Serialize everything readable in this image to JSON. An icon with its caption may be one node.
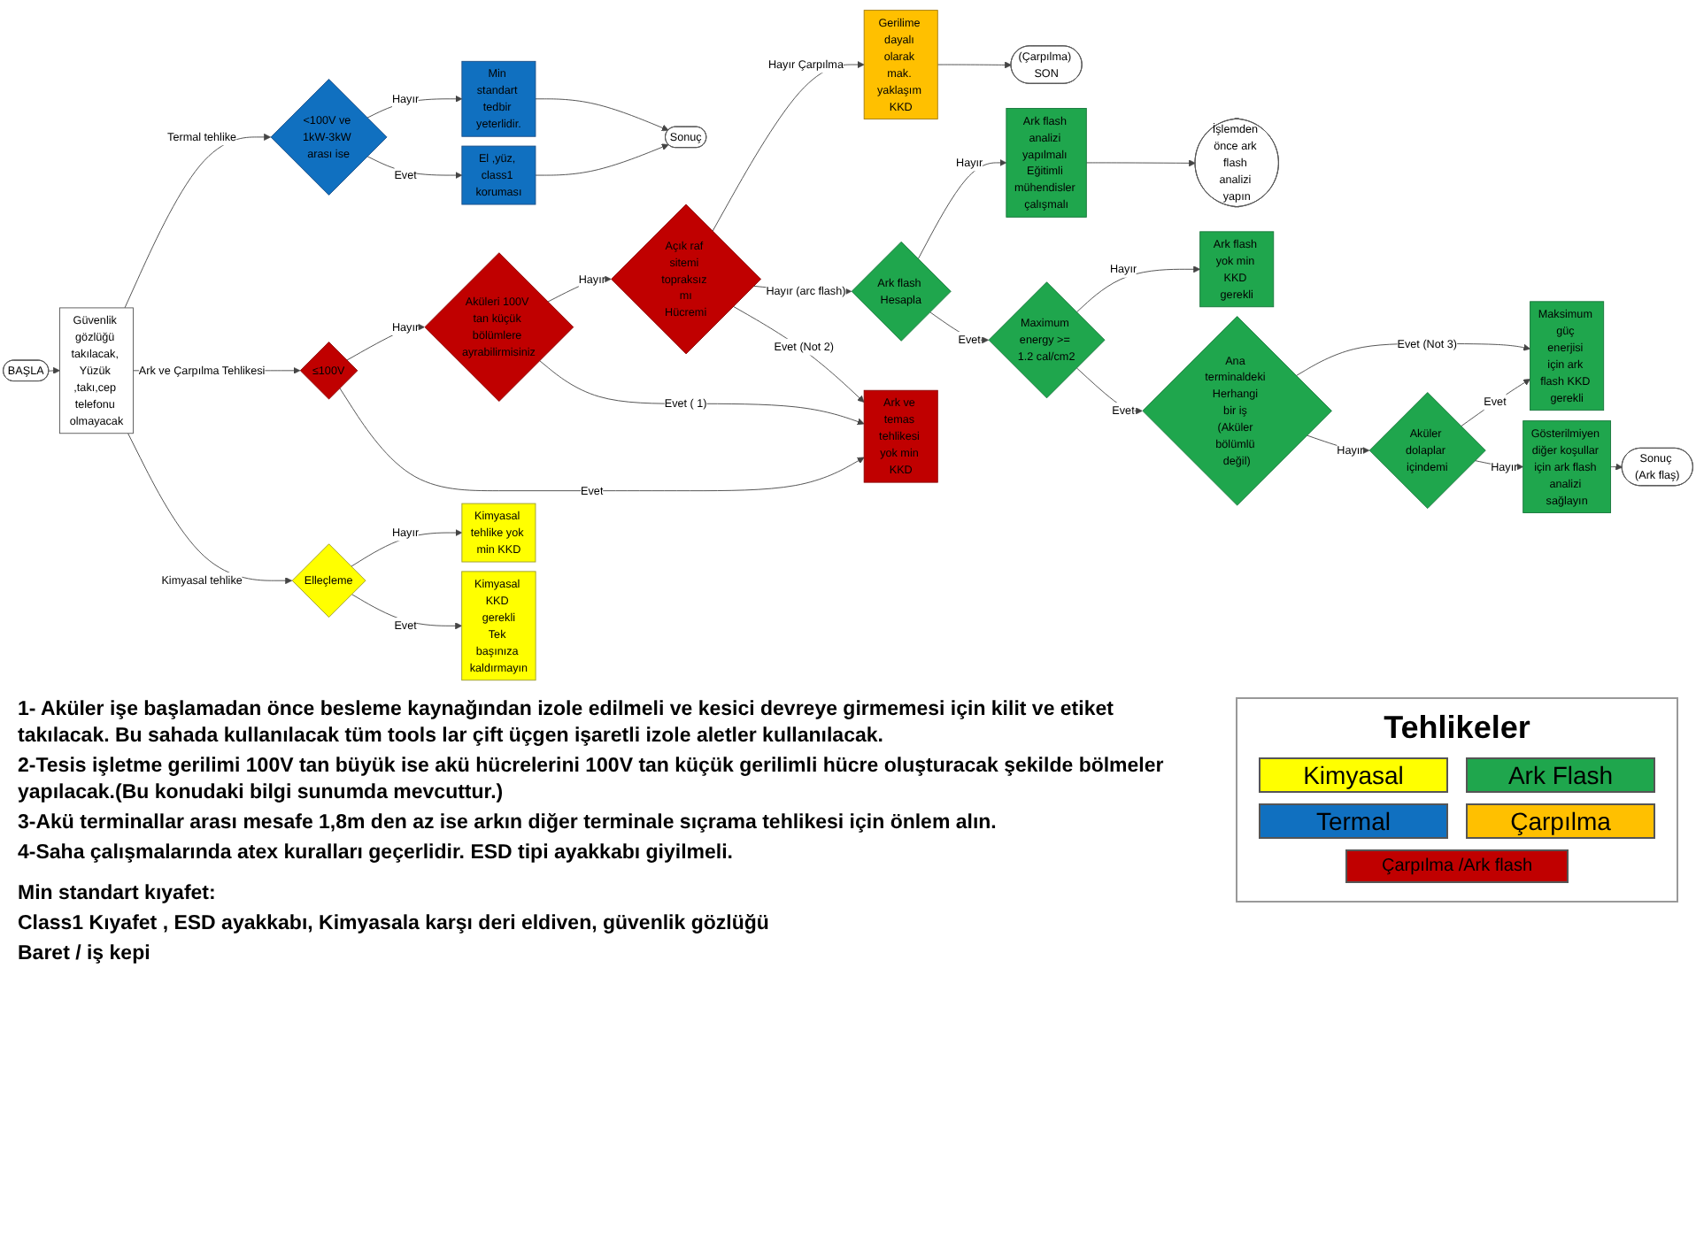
{
  "diagram": {
    "nodes": [
      {
        "text": [
          "Sonuç"
        ]
      },
      {
        "text": [
          "Min standart tedbir yeterlidir."
        ]
      },
      {
        "text": [
          "<100V ve 1kW-3kW arası ise"
        ]
      },
      {
        "text": [
          "El ,yüz, class1 koruması"
        ]
      },
      {
        "text": [
          "BAŞLA"
        ]
      },
      {
        "text": [
          "Güvenlik gözlüğü takılacak, Yüzük ,takı,cep telefonu olmayacak"
        ]
      },
      {
        "text": [
          "≤100V"
        ]
      },
      {
        "text": [
          "Aküleri 100V tan küçük bölümlere ayrabilirmisiniz"
        ]
      },
      {
        "text": [
          "Açık raf sitemi topraksız mı",
          "Hücremi"
        ]
      },
      {
        "text": [
          "Gerilime dayalı olarak mak. yaklaşım KKD"
        ]
      },
      {
        "text": [
          "(Çarpılma) SON"
        ]
      },
      {
        "text": [
          "İşlemden önce ark flash analizi yapın"
        ]
      },
      {
        "text": [
          "Ark flash analizi yapılmalı Eğitimli mühendisler çalışmalı"
        ]
      },
      {
        "text": [
          "Ark flash Hesapla"
        ]
      },
      {
        "text": [
          "Maximum energy >= 1.2 cal/cm2"
        ]
      },
      {
        "text": [
          "Ark flash yok min KKD gerekli"
        ]
      },
      {
        "text": [
          "Ark ve temas tehlikesi yok min KKD"
        ]
      },
      {
        "text": [
          "Elleçleme"
        ]
      },
      {
        "text": [
          "Kimyasal tehlike yok min KKD"
        ]
      },
      {
        "text": [
          "Kimyasal KKD gerekli",
          "Tek başınıza kaldırmayın"
        ]
      },
      {
        "text": [
          "Ana terminaldeki Herhangi bir iş (Aküler bölümlü değil)"
        ]
      },
      {
        "text": [
          "Maksimum güç enerjisi için ark flash KKD gerekli"
        ]
      },
      {
        "text": [
          "Aküler dolaplar içindemi"
        ]
      },
      {
        "text": [
          "Gösterilmiyen diğer koşullar için ark flash analizi sağlayın"
        ]
      },
      {
        "text": [
          "Sonuç (Ark flaş)"
        ]
      }
    ],
    "edges": [
      {
        "from": 4,
        "to": 5,
        "arrow": "to"
      },
      {
        "from": 5,
        "to": 2,
        "label": "Termal tehlike",
        "arrow": "to"
      },
      {
        "from": 2,
        "to": 1,
        "label": "Hayır",
        "arrow": "to"
      },
      {
        "from": 2,
        "to": 3,
        "label": "Evet",
        "arrow": "to"
      },
      {
        "from": 1,
        "to": 0,
        "arrow": "to"
      },
      {
        "from": 3,
        "to": 0,
        "arrow": "to"
      },
      {
        "from": 5,
        "to": 6,
        "label": "Ark ve Çarpılma Tehlikesi",
        "arrow": "to"
      },
      {
        "from": 5,
        "to": 17,
        "label": "Kimyasal tehlike",
        "arrow": "to"
      },
      {
        "from": 6,
        "to": 7,
        "label": "Hayır",
        "arrow": "to"
      },
      {
        "from": 6,
        "to": 16,
        "label": "Evet",
        "arrow": "to"
      },
      {
        "from": 7,
        "to": 8,
        "label": "Hayır",
        "arrow": "to"
      },
      {
        "from": 7,
        "to": 16,
        "label": "Evet ( 1)",
        "arrow": "to"
      },
      {
        "from": 8,
        "to": 9,
        "label": "Hayır Çarpılma",
        "arrow": "to"
      },
      {
        "from": 9,
        "to": 10,
        "arrow": "to"
      },
      {
        "from": 8,
        "to": 13,
        "label": "Hayır (arc flash)",
        "arrow": "to"
      },
      {
        "from": 8,
        "to": 16,
        "label": "Evet (Not 2)",
        "arrow": "to"
      },
      {
        "from": 13,
        "to": 12,
        "label": "Hayır",
        "arrow": "to"
      },
      {
        "from": 12,
        "to": 11,
        "arrow": "to"
      },
      {
        "from": 13,
        "to": 14,
        "label": "Evet",
        "arrow": "to"
      },
      {
        "from": 14,
        "to": 15,
        "label": "Hayır",
        "arrow": "to"
      },
      {
        "from": 14,
        "to": 20,
        "label": "Evet",
        "arrow": "to"
      },
      {
        "from": 20,
        "to": 21,
        "label": "Evet (Not 3)",
        "arrow": "to"
      },
      {
        "from": 20,
        "to": 22,
        "label": "Hayır",
        "arrow": "to"
      },
      {
        "from": 22,
        "to": 21,
        "label": "Evet",
        "arrow": "to"
      },
      {
        "from": 22,
        "to": 23,
        "label": "Hayır",
        "arrow": "to"
      },
      {
        "from": 23,
        "to": 24,
        "arrow": "to"
      },
      {
        "from": 17,
        "to": 18,
        "label": "Hayır",
        "arrow": "to"
      },
      {
        "from": 17,
        "to": 19,
        "label": "Evet",
        "arrow": "to"
      }
    ],
    "labels": [
      "Tehlikeler",
      "1- Aküler işe başlamadan önce besleme kaynağından izole edilmeli ve kesici devreye girmemesi için kilit ve etiket takılacak. Bu sahada kullanılacak tüm tools lar çift üçgen işaretli izole aletler kullanılacak.",
      "2-Tesis işletme gerilimi 100V tan büyük ise akü hücrelerini 100V tan küçük gerilimli hücre oluşturacak şekilde bölmeler yapılacak.(Bu konudaki bilgi sunumda mevcuttur.)",
      "3-Akü terminallar arası mesafe 1,8m den az ise arkın diğer terminale sıçrama tehlikesi için önlem alın.",
      "4-Saha çalışmalarında atex kuralları geçerlidir. ESD tipi ayakkabı giyilmeli.",
      "Min standart kıyafet:",
      "Class1 Kıyafet , ESD ayakkabı, Kimyasala karşı deri eldiven, güvenlik gözlüğü",
      "Baret / iş kepi"
    ],
    "legend": [
      {
        "text": "Kimyasal",
        "color": "#ffff00"
      },
      {
        "text": "Ark Flash",
        "color": "#1fa64d"
      },
      {
        "text": "Termal",
        "color": "#1070c0"
      },
      {
        "text": "Çarpılma",
        "color": "#ffc000"
      },
      {
        "text": "Çarpılma /Ark flash",
        "color": "#c00000"
      }
    ]
  }
}
